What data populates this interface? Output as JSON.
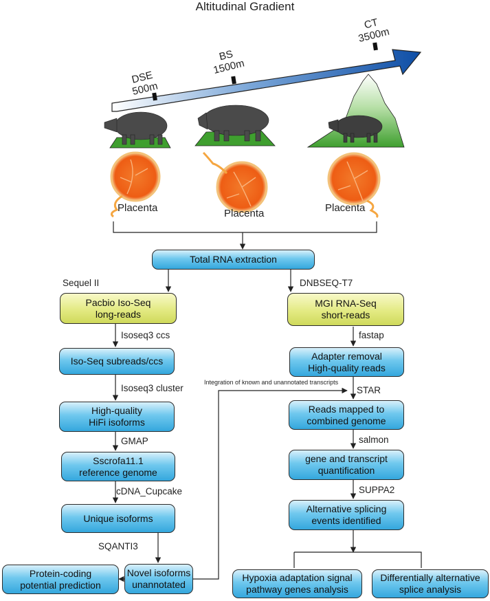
{
  "title": "Altitudinal Gradient",
  "altitudes": [
    {
      "name": "DSE",
      "elevation": "500m"
    },
    {
      "name": "BS",
      "elevation": "1500m"
    },
    {
      "name": "CT",
      "elevation": "3500m"
    }
  ],
  "placenta_labels": [
    "Placenta",
    "Placenta",
    "Placenta"
  ],
  "boxes": {
    "total_rna": "Total RNA extraction",
    "pacbio": [
      "Pacbio Iso-Seq",
      "long-reads"
    ],
    "mgi": [
      "MGI RNA-Seq",
      "short-reads"
    ],
    "subreads": "Iso-Seq subreads/ccs",
    "hifi": [
      "High-quality",
      "HiFi  isoforms"
    ],
    "sscrofa": [
      "Sscrofa11.1",
      "reference genome"
    ],
    "unique": "Unique isoforms",
    "novel": [
      "Novel isoforms",
      "unannotated"
    ],
    "protein": [
      "Protein-coding",
      "potential prediction"
    ],
    "adapter": [
      "Adapter removal",
      "High-quality reads"
    ],
    "mapped": [
      "Reads mapped to",
      "combined genome"
    ],
    "quant": [
      "gene and transcript",
      "quantification"
    ],
    "splicing": [
      "Alternative splicing",
      "events identified"
    ],
    "hypoxia": [
      "Hypoxia adaptation signal",
      "pathway genes analysis"
    ],
    "diff": [
      "Differentially alternative",
      "splice  analysis"
    ]
  },
  "tools": {
    "sequel": "Sequel II",
    "dnbseq": "DNBSEQ-T7",
    "isoseq_ccs": "Isoseq3 ccs",
    "isoseq_cluster": "Isoseq3 cluster",
    "gmap": "GMAP",
    "cupcake": "cDNA_Cupcake",
    "sqanti": "SQANTI3",
    "fastap": "fastap",
    "star": "STAR",
    "salmon": "salmon",
    "suppa": "SUPPA2"
  },
  "integration_note": "Integration of known and unannotated transcripts",
  "colors": {
    "box_blue": "#4fb8e6",
    "box_yellow": "#dfe67a",
    "placenta_orange": "#f06b1f",
    "ground_green": "#3f9f2f",
    "pig_gray": "#4a4a4a"
  }
}
